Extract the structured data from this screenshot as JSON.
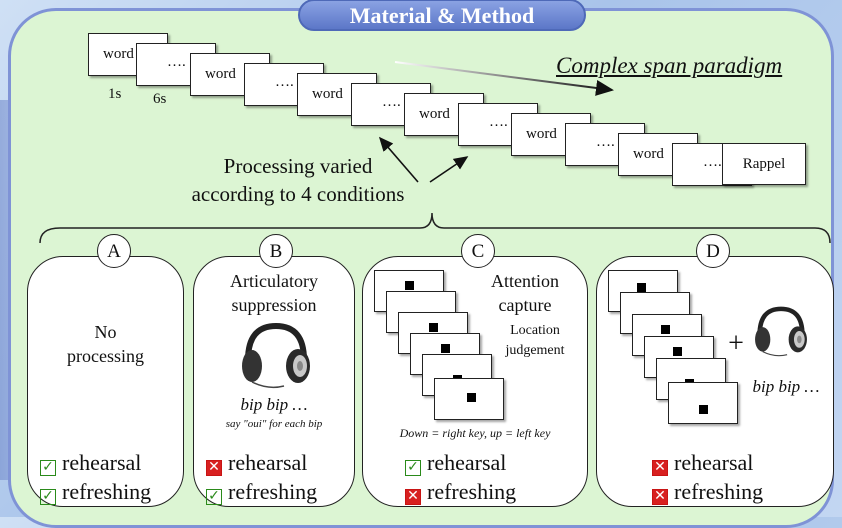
{
  "title": "Material & Method",
  "paradigm": "Complex span paradigm",
  "sequence": {
    "word": "word",
    "dots": "….",
    "recall": "Rappel",
    "t1": "1s",
    "t2": "6s"
  },
  "processing_text_1": "Processing varied",
  "processing_text_2": "according to 4 conditions",
  "conditions": [
    {
      "letter": "A",
      "line1": "No",
      "line2": "processing",
      "rehearsal": "rehearsal",
      "refreshing": "refreshing",
      "rehearsal_ok": true,
      "refreshing_ok": true
    },
    {
      "letter": "B",
      "line1": "Articulatory",
      "line2": "suppression",
      "sound": "bip bip …",
      "instruction": "say \"oui\" for each bip",
      "rehearsal": "rehearsal",
      "refreshing": "refreshing",
      "rehearsal_ok": false,
      "refreshing_ok": true
    },
    {
      "letter": "C",
      "line1": "Attention",
      "line2": "capture",
      "sub1": "Location",
      "sub2": "judgement",
      "instruction": "Down = right key, up = left key",
      "rehearsal": "rehearsal",
      "refreshing": "refreshing",
      "rehearsal_ok": true,
      "refreshing_ok": false
    },
    {
      "letter": "D",
      "plus": "+",
      "sound": "bip bip …",
      "rehearsal": "rehearsal",
      "refreshing": "refreshing",
      "rehearsal_ok": false,
      "refreshing_ok": false
    }
  ],
  "colors": {
    "ok": "#2a8a1a",
    "no": "#d82020",
    "panel": "#dcf5d3",
    "border": "#7f93d6"
  }
}
